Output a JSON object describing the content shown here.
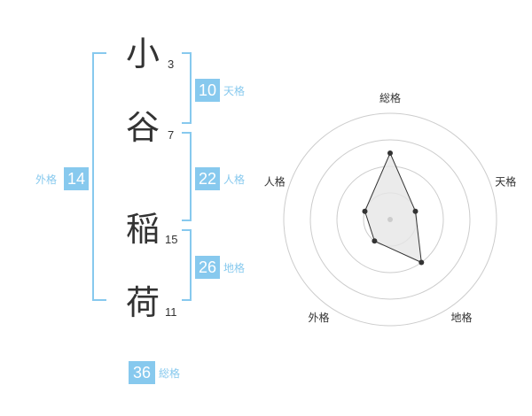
{
  "name": {
    "characters": [
      {
        "char": "小",
        "strokes": "3"
      },
      {
        "char": "谷",
        "strokes": "7"
      },
      {
        "char": "稲",
        "strokes": "15"
      },
      {
        "char": "荷",
        "strokes": "11"
      }
    ]
  },
  "kakusu": {
    "tenkaku": {
      "value": "10",
      "label": "天格"
    },
    "jinkaku": {
      "value": "22",
      "label": "人格"
    },
    "chikaku": {
      "value": "26",
      "label": "地格"
    },
    "gaikaku": {
      "value": "14",
      "label": "外格"
    },
    "soukaku": {
      "value": "36",
      "label": "総格"
    }
  },
  "colors": {
    "accent": "#87c9ee",
    "text": "#333333",
    "grid": "#cccccc",
    "radar_fill": "#e6e6e6"
  },
  "chart_data": {
    "type": "radar",
    "axes": [
      "総格",
      "天格",
      "地格",
      "外格",
      "人格"
    ],
    "rings": 4,
    "max": 4,
    "values": [
      2.5,
      1,
      2,
      1,
      1
    ]
  }
}
